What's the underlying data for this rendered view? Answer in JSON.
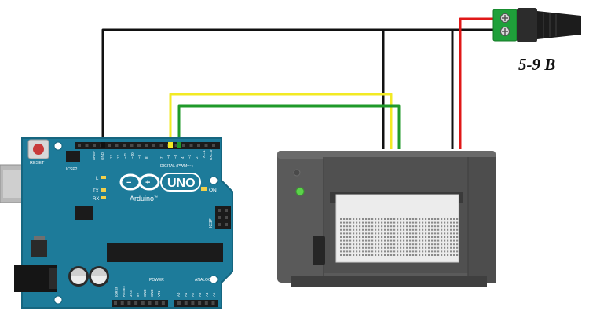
{
  "power_supply": {
    "voltage_label": "5-9 В"
  },
  "arduino": {
    "brand": "Arduino",
    "model": "UNO",
    "trademark": "™",
    "reset_label": "RESET",
    "icsp_label": "ICSP",
    "icsp2_label": "ICSP2",
    "digital_label": "DIGITAL (PWM=~)",
    "power_label": "POWER",
    "analog_label": "ANALOG IN",
    "on_label": "ON",
    "l_label": "L",
    "tx_label": "TX",
    "rx_label": "RX",
    "aref_label": "AREF",
    "gnd_label": "GND",
    "pin_13": "13",
    "pin_12": "12",
    "pin_11": "~11",
    "pin_10": "~10",
    "pin_9": "~9",
    "pin_8": "8",
    "pin_7": "7",
    "pin_6": "~6",
    "pin_5": "~5",
    "pin_4": "4",
    "pin_3": "~3",
    "pin_2": "2",
    "pin_tx1": "TX→1",
    "pin_rx0": "RX←0",
    "ioref": "IOREF",
    "reset_pin": "RESET",
    "v33": "3V3",
    "v5": "5V",
    "gnd1": "GND",
    "gnd2": "GND",
    "vin": "VIN",
    "a0": "A0",
    "a1": "A1",
    "a2": "A2",
    "a3": "A3",
    "a4": "A4",
    "a5": "A5"
  },
  "colors": {
    "board": "#1d7b9a",
    "board_edge": "#166680",
    "printer_body": "#5a5a5a",
    "printer_dark": "#3f3f3f",
    "led": "#5bd24a",
    "wire_black": "#111111",
    "wire_red": "#e01818",
    "wire_yellow": "#f2ea24",
    "wire_green": "#1f9a2a",
    "terminal_green": "#1fa03a"
  }
}
